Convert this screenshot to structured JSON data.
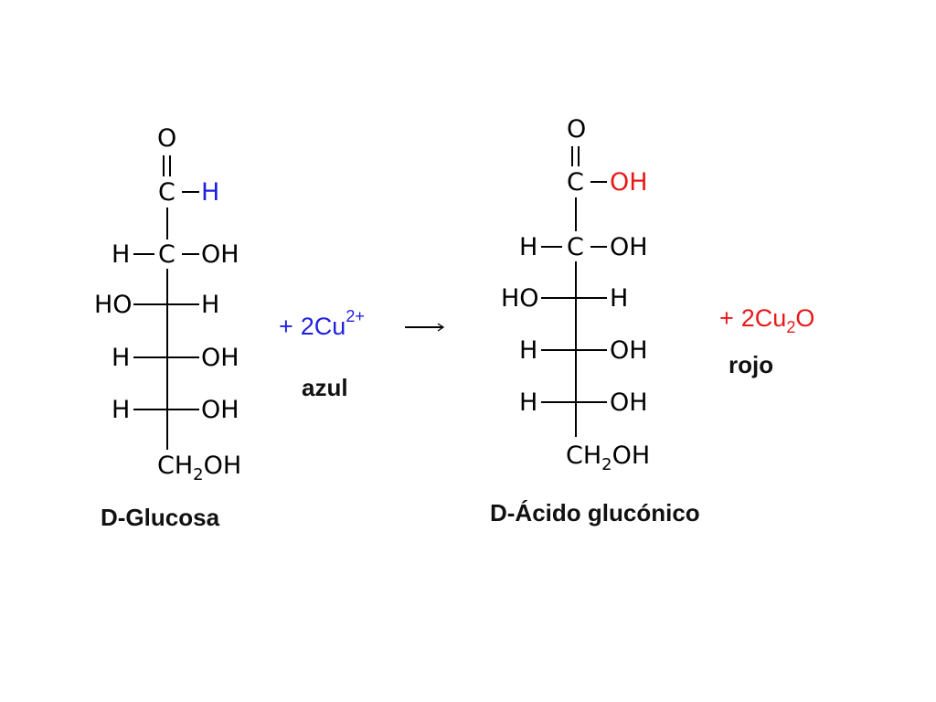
{
  "colors": {
    "bonds": "#000000",
    "blue_highlight": "#1f1fe0",
    "red_highlight": "#e81919",
    "labels": "#111111"
  },
  "reactant": {
    "name": "D-Glucosa",
    "atoms": {
      "O": "O",
      "C": "C",
      "H": "H",
      "OH": "OH",
      "HO": "HO",
      "CH": "CH",
      "sub_2": "2"
    }
  },
  "reagent": {
    "plus": "+",
    "formula_main": "2Cu",
    "charge": "2+",
    "color_label": "azul"
  },
  "arrow": {
    "glyph": "⟶"
  },
  "product": {
    "name": "D-Ácido glucónico",
    "atoms": {
      "O": "O",
      "C": "C",
      "H": "H",
      "OH": "OH",
      "HO": "HO",
      "CH": "CH",
      "sub_2": "2"
    }
  },
  "byproduct": {
    "plus": "+",
    "formula_main": "2Cu",
    "sub": "2",
    "formula_tail": "O",
    "color_label": "rojo"
  }
}
